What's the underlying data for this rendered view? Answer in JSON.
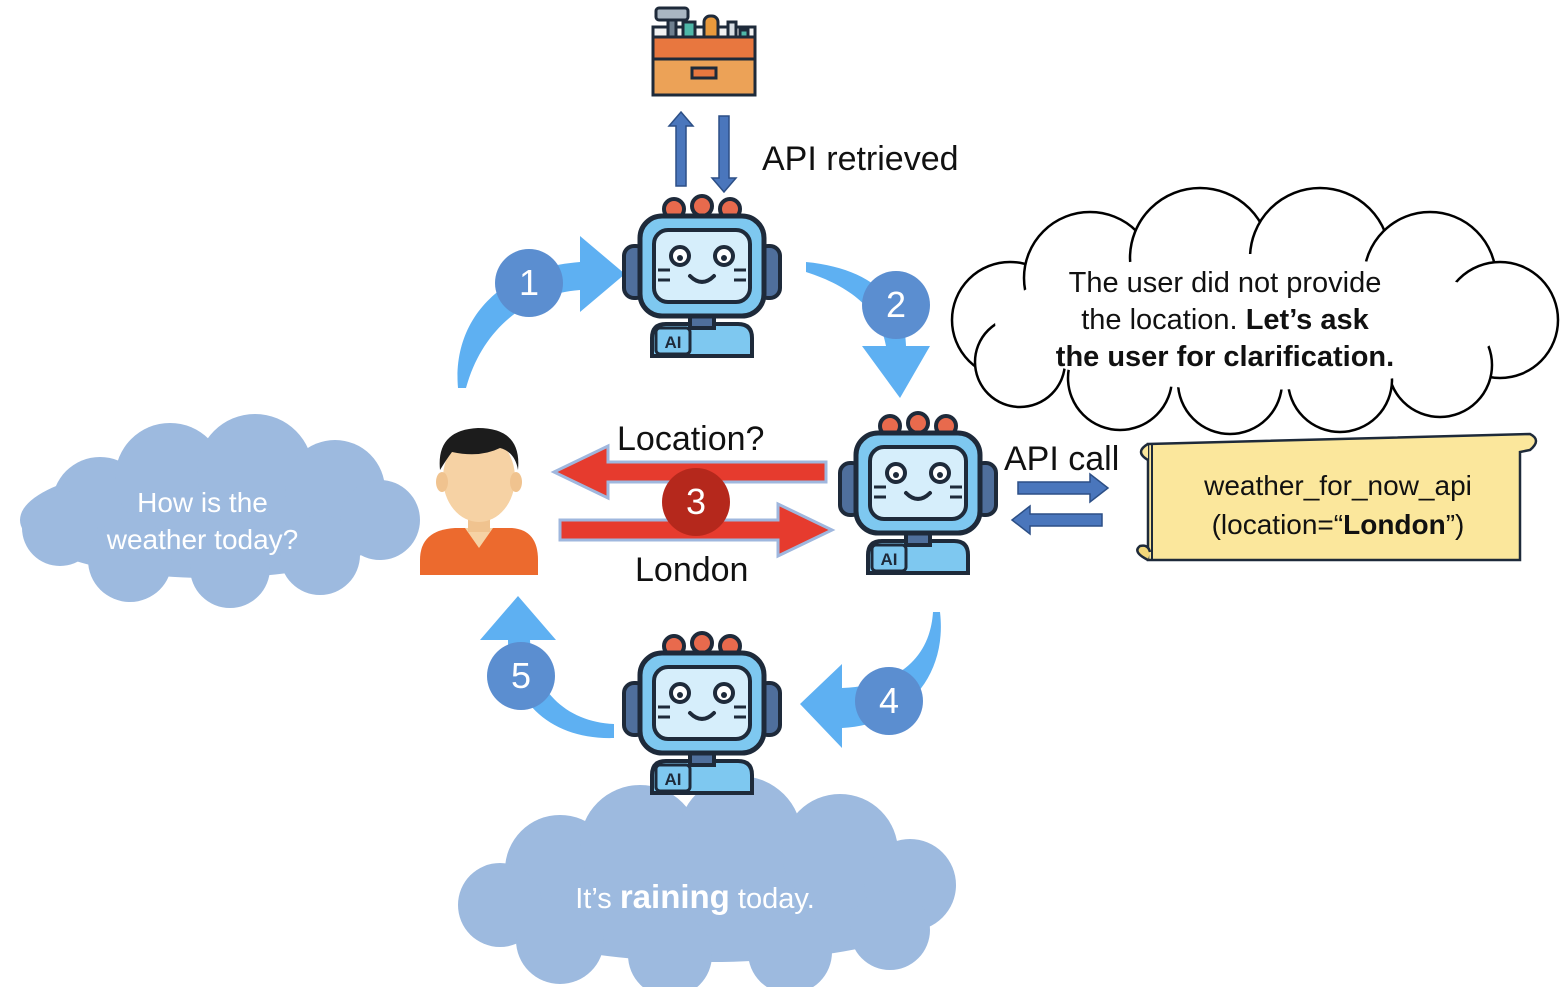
{
  "labels": {
    "api_retrieved": "API retrieved",
    "location_question": "Location?",
    "london_reply": "London",
    "api_call": "API call"
  },
  "thought": {
    "line1": "The user did not provide",
    "line2_plain": "the location. ",
    "line2_bold": "Let’s ask",
    "line3_bold": "the user for clarification."
  },
  "user_cloud": {
    "line1": "How is the",
    "line2": "weather today?"
  },
  "answer_cloud": {
    "before": "It’s ",
    "bold": "raining",
    "after": " today."
  },
  "api_scroll": {
    "line1": "weather_for_now_api",
    "line2_before": "(location=“",
    "line2_bold": "London",
    "line2_after": "”)"
  },
  "robot_badge": "AI",
  "steps": [
    "1",
    "2",
    "3",
    "4",
    "5"
  ],
  "colors": {
    "cloud_blue": "#9dbadf",
    "flow_arrow": "#5eb0f2",
    "step_badge": "#5b8ed0",
    "step3_badge": "#b5281c",
    "red_arrow": "#e63b2e",
    "api_arrow": "#4a76bc",
    "scroll_fill": "#fbe79c",
    "robot_screen": "#7ec8f0",
    "robot_dark": "#1e2a3a"
  },
  "icons": [
    "toolbox-icon",
    "robot-icon",
    "user-avatar-icon"
  ]
}
